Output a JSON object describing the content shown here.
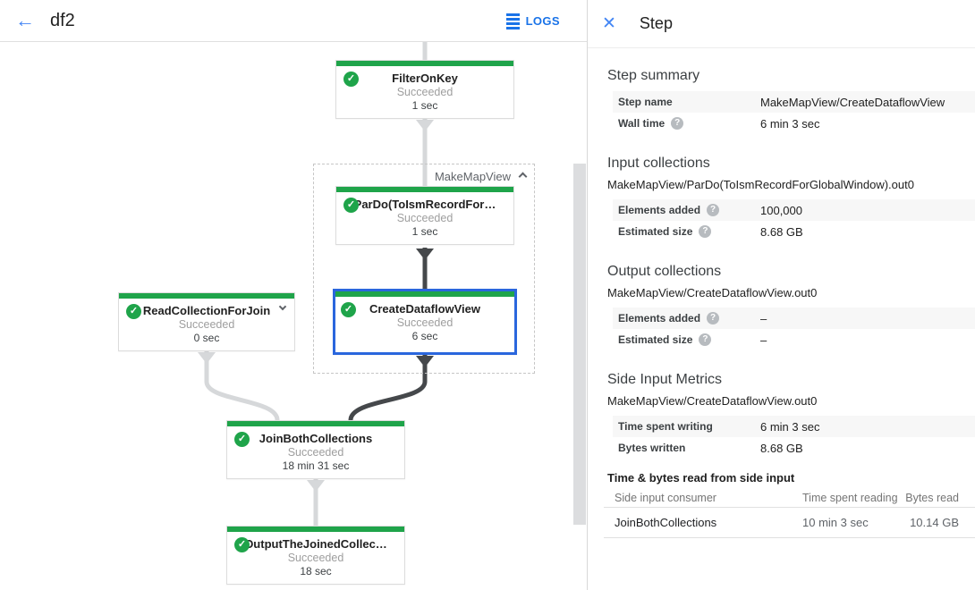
{
  "header": {
    "job_title": "df2",
    "logs_label": "LOGS"
  },
  "icons": {
    "back": "←",
    "close": "✕",
    "check": "✓",
    "help": "?"
  },
  "colors": {
    "accent_blue": "#1a73e8",
    "success_green": "#1fa44a",
    "selected_node_border": "#2a66dd",
    "edge_light": "#d6d8da",
    "edge_dark": "#45484b"
  },
  "graph": {
    "group_label": "MakeMapView",
    "nodes": [
      {
        "title": "FilterOnKey",
        "status": "Succeeded",
        "time": "1 sec"
      },
      {
        "title": "ParDo(ToIsmRecordFor…",
        "status": "Succeeded",
        "time": "1 sec"
      },
      {
        "title": "CreateDataflowView",
        "status": "Succeeded",
        "time": "6 sec"
      },
      {
        "title": "ReadCollectionForJoin",
        "status": "Succeeded",
        "time": "0 sec"
      },
      {
        "title": "JoinBothCollections",
        "status": "Succeeded",
        "time": "18 min 31 sec"
      },
      {
        "title": "OutputTheJoinedCollec…",
        "status": "Succeeded",
        "time": "18 sec"
      }
    ]
  },
  "panel": {
    "title": "Step",
    "sections": [
      {
        "heading": "Step summary",
        "rows": [
          {
            "label": "Step name",
            "value": "MakeMapView/CreateDataflowView"
          },
          {
            "label": "Wall time",
            "value": "6 min 3 sec"
          }
        ]
      },
      {
        "heading": "Input collections",
        "subtitle": "MakeMapView/ParDo(ToIsmRecordForGlobalWindow).out0",
        "rows": [
          {
            "label": "Elements added",
            "value": "100,000"
          },
          {
            "label": "Estimated size",
            "value": "8.68 GB"
          }
        ]
      },
      {
        "heading": "Output collections",
        "subtitle": "MakeMapView/CreateDataflowView.out0",
        "rows": [
          {
            "label": "Elements added",
            "value": "–"
          },
          {
            "label": "Estimated size",
            "value": "–"
          }
        ]
      },
      {
        "heading": "Side Input Metrics",
        "subtitle": "MakeMapView/CreateDataflowView.out0",
        "rows": [
          {
            "label": "Time spent writing",
            "value": "6 min 3 sec"
          },
          {
            "label": "Bytes written",
            "value": "8.68 GB"
          }
        ]
      }
    ],
    "side_input_table": {
      "heading": "Time & bytes read from side input",
      "columns": [
        "Side input consumer",
        "Time spent reading",
        "Bytes read"
      ],
      "rows": [
        [
          "JoinBothCollections",
          "10 min 3 sec",
          "10.14 GB"
        ]
      ]
    }
  }
}
